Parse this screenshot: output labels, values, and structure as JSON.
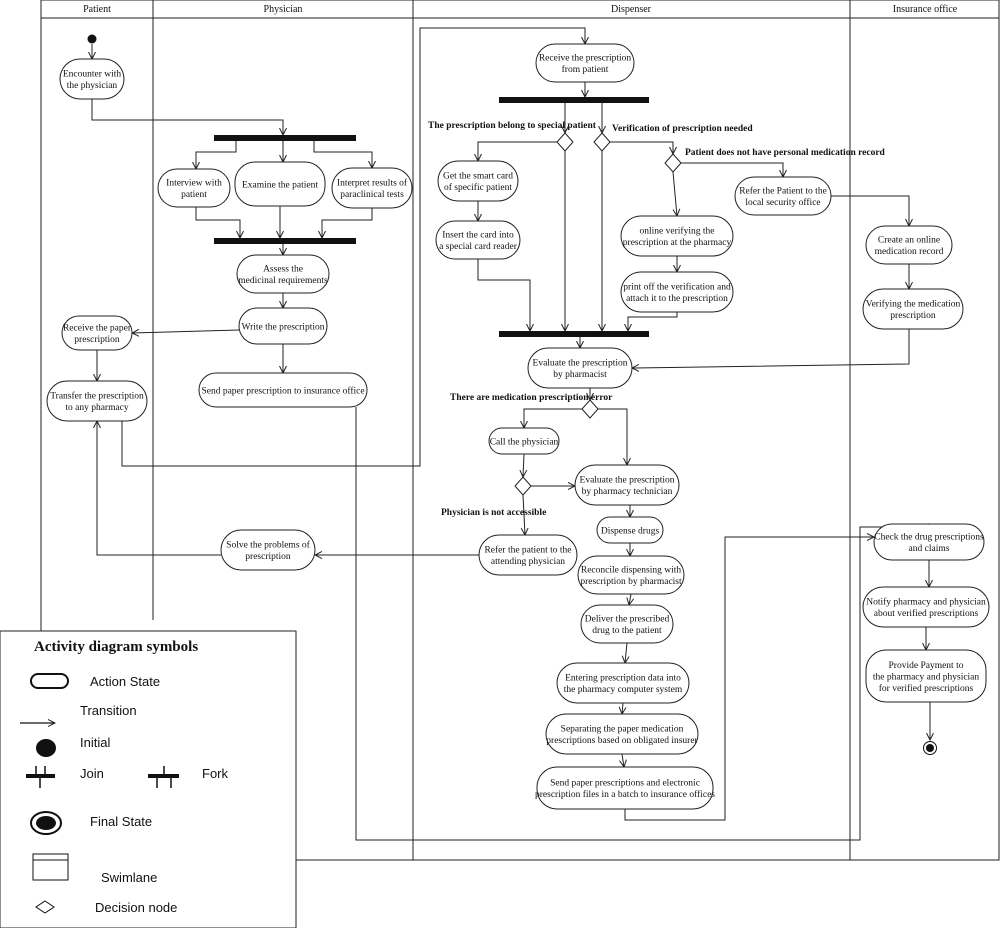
{
  "lanes": [
    "Patient",
    "Physician",
    "Dispenser",
    "Insurance office"
  ],
  "nodes": {
    "encounter": [
      "Encounter with",
      "the physician"
    ],
    "interview": [
      "Interview with",
      "patient"
    ],
    "examine": [
      "Examine the patient"
    ],
    "interpret": [
      "Interpret results of",
      "paraclinical tests"
    ],
    "assess": [
      "Assess the",
      "medicinal requirements"
    ],
    "write": [
      "Write the prescription"
    ],
    "receive_paper": [
      "Receive the paper",
      "prescription"
    ],
    "transfer": [
      "Transfer the prescription",
      "to any pharmacy"
    ],
    "send_paper": [
      "Send paper prescription to insurance office"
    ],
    "receive_patient": [
      "Receive the prescription",
      "from patient"
    ],
    "get_card": [
      "Get the smart card",
      "of specific patient"
    ],
    "insert_card": [
      "Insert the card into",
      "a special card reader"
    ],
    "online_verify": [
      "online verifying the",
      "prescription at the pharmacy"
    ],
    "print_off": [
      "print off the verification and",
      "attach it to the prescription"
    ],
    "refer_security": [
      "Refer the Patient to the",
      "local security office"
    ],
    "create_record": [
      "Create an online",
      "medication record"
    ],
    "verify_med": [
      "Verifying the medication",
      "prescription"
    ],
    "evaluate_pharmacist": [
      "Evaluate the prescription",
      "by pharmacist"
    ],
    "call_physician": [
      "Call the physician"
    ],
    "evaluate_tech": [
      "Evaluate the prescription",
      "by pharmacy technician"
    ],
    "dispense": [
      "Dispense drugs"
    ],
    "refer_attending": [
      "Refer the patient to the",
      "attending physician"
    ],
    "solve": [
      "Solve the problems of",
      "prescription"
    ],
    "reconcile": [
      "Reconcile dispensing with",
      "prescription by pharmacist"
    ],
    "deliver": [
      "Deliver the prescribed",
      "drug to the patient"
    ],
    "entering": [
      "Entering prescription data into",
      "the pharmacy computer system"
    ],
    "separating": [
      "Separating the paper medication",
      "prescriptions based on obligated insurer"
    ],
    "send_batch": [
      "Send paper prescriptions and electronic",
      "prescription files in a batch to insurance offices"
    ],
    "check_claims": [
      "Check the drug prescriptions",
      "and claims"
    ],
    "notify": [
      "Notify pharmacy and physician",
      "about verified prescriptions"
    ],
    "provide": [
      "Provide Payment to",
      "the pharmacy and physician",
      "for verified prescriptions"
    ]
  },
  "conditions": {
    "special_patient": "The prescription belong to special patient",
    "verification_needed": "Verification of prescription needed",
    "no_record": "Patient does not have personal medication record",
    "med_error": "There are medication prescription error",
    "not_accessible": "Physician is not accessible"
  },
  "legend": {
    "title": "Activity diagram symbols",
    "action_state": "Action State",
    "transition": "Transition",
    "initial": "Initial",
    "join": "Join",
    "fork": "Fork",
    "final_state": "Final State",
    "swimlane": "Swimlane",
    "decision": "Decision node"
  }
}
